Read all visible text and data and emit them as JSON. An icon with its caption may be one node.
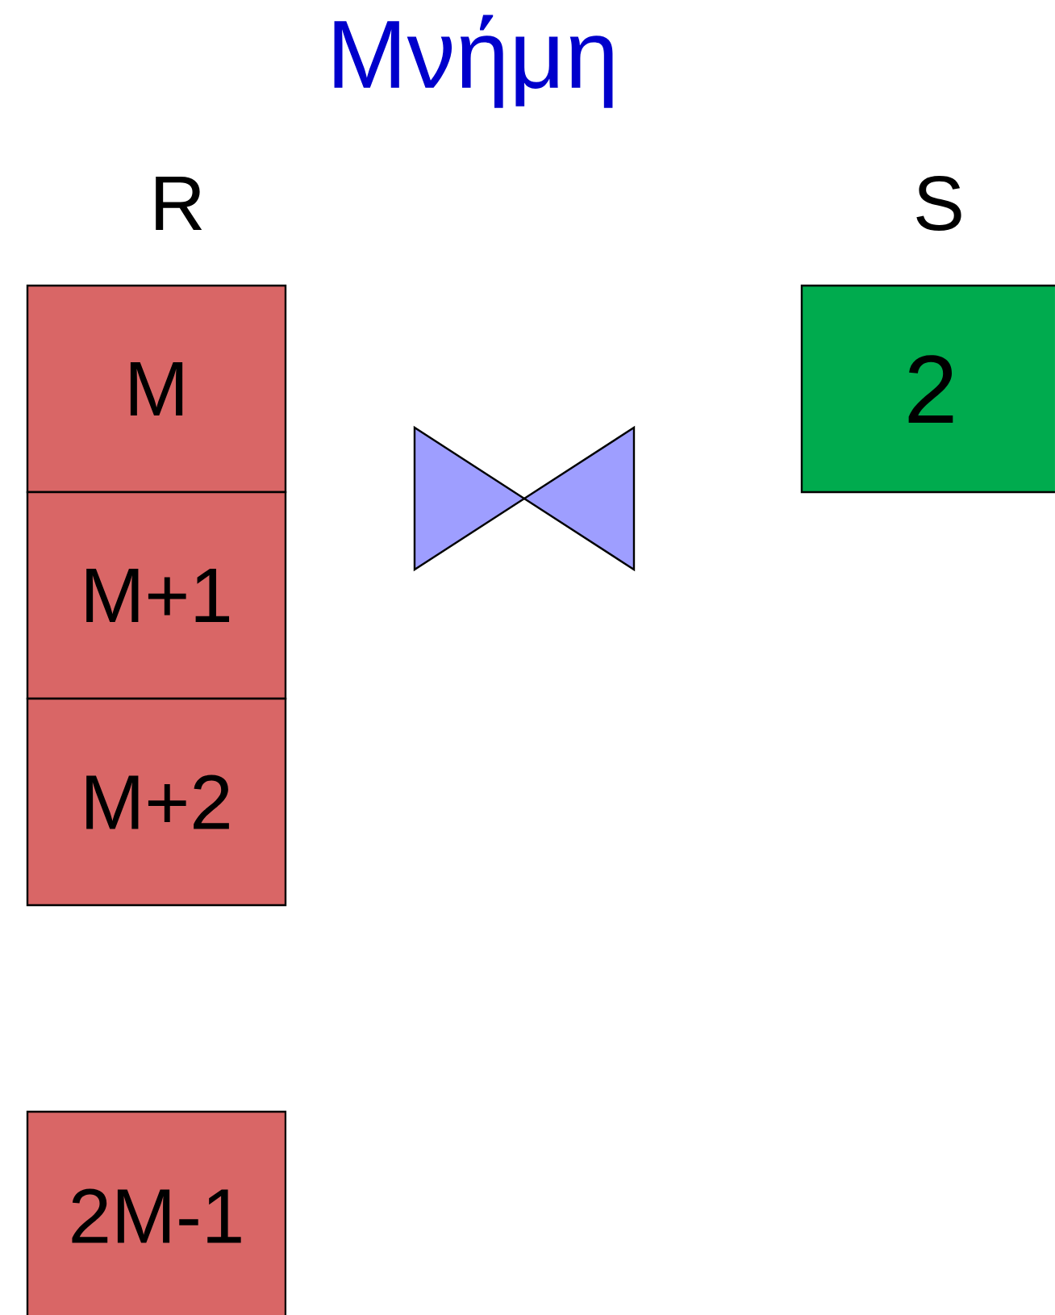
{
  "diagram": {
    "title": "Μνήμη",
    "nodes": [
      {
        "text": [
          "M"
        ]
      },
      {
        "text": [
          "M+1"
        ]
      },
      {
        "text": [
          "M+2"
        ]
      },
      {
        "text": [
          "2M-1"
        ]
      },
      {
        "text": [
          "2"
        ]
      }
    ],
    "labels": [
      "R",
      "S"
    ]
  }
}
